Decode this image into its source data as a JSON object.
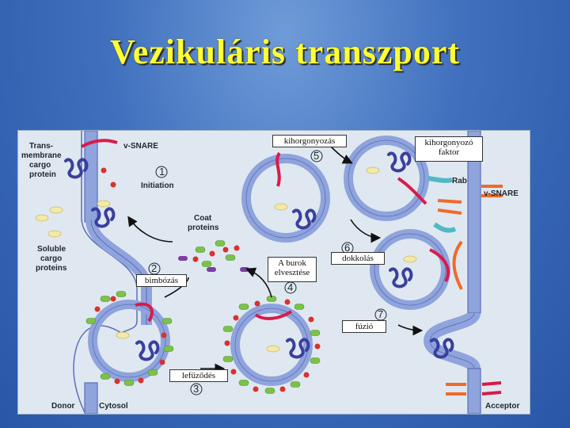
{
  "title": "Vezikuláris transzport",
  "figure_labels": {
    "transmembrane_cargo_protein": [
      "Trans-",
      "membrane",
      "cargo",
      "protein"
    ],
    "v_snare_top": "v-SNARE",
    "initiation": "Initiation",
    "coat_proteins": [
      "Coat",
      "proteins"
    ],
    "soluble_cargo_proteins": [
      "Soluble",
      "cargo",
      "proteins"
    ],
    "rab": "Rab",
    "v_snare_right": "v-SNARE",
    "donor": "Donor",
    "cytosol": "Cytosol",
    "acceptor": "Acceptor"
  },
  "step_numbers": [
    "1",
    "2",
    "3",
    "4",
    "5",
    "6",
    "7"
  ],
  "callouts": {
    "kihorgonyozas": "kihorgonyozás",
    "kihorgonyozo_faktor": "kihorgonyozó faktor",
    "burok_elvesztese": "A burok elvesztése",
    "dokkolas": "dokkolás",
    "bimbozas": "bimbózás",
    "fuzio": "fúzió",
    "lefuzodes": "lefűződés"
  },
  "colors": {
    "title": "#ffff33",
    "membrane": "#8fa3dc",
    "membrane_edge": "#5a6fb8",
    "v_snare": "#d81b4a",
    "t_snare": "#f06a2a",
    "cargo_protein": "#3a3f9e",
    "soluble_cargo": "#f3e9a8",
    "coat_green": "#7cc24a",
    "coat_red": "#d8322f",
    "coat_purple": "#7a3fa0",
    "rab": "#4fb9c4"
  }
}
